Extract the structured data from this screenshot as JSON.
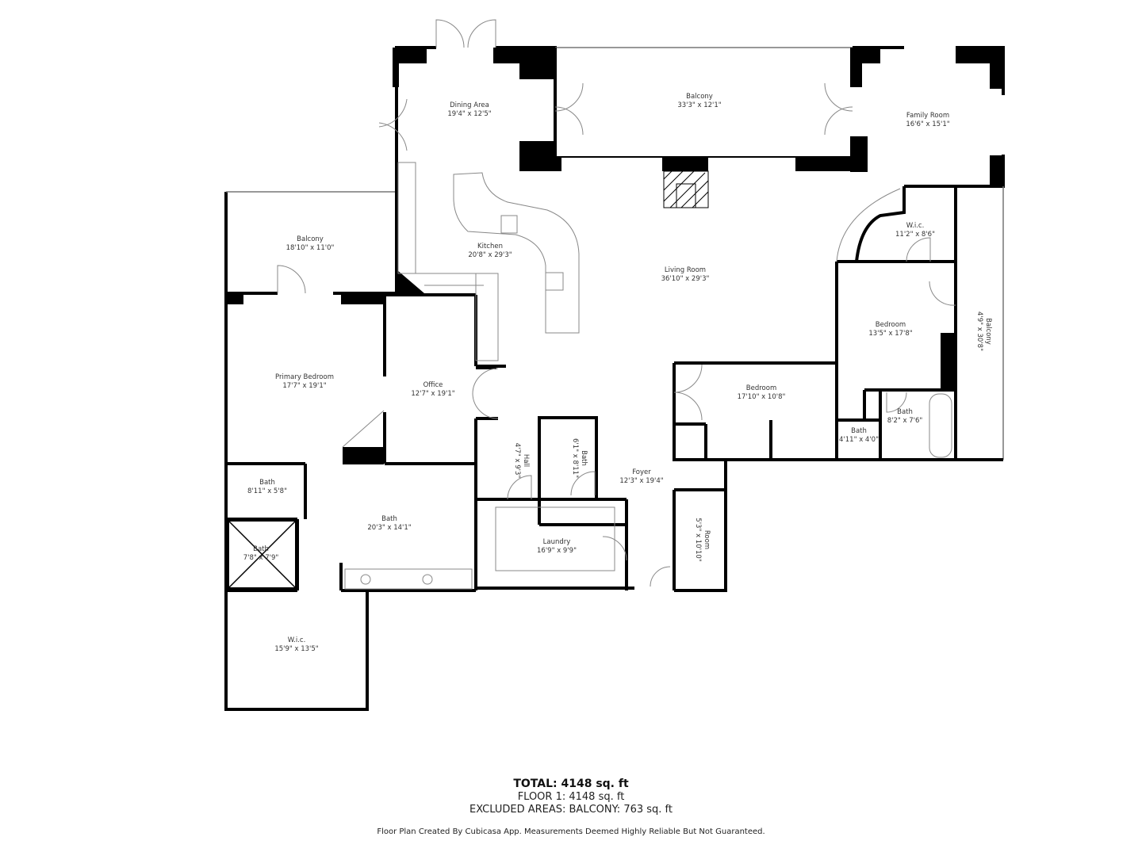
{
  "rooms": {
    "dining": {
      "name": "Dining Area",
      "size": "19'4\" x 12'5\""
    },
    "balcony_top": {
      "name": "Balcony",
      "size": "33'3\" x 12'1\""
    },
    "family": {
      "name": "Family Room",
      "size": "16'6\" x 15'1\""
    },
    "balcony_left": {
      "name": "Balcony",
      "size": "18'10\" x 11'0\""
    },
    "kitchen": {
      "name": "Kitchen",
      "size": "20'8\" x 29'3\""
    },
    "living": {
      "name": "Living Room",
      "size": "36'10\" x 29'3\""
    },
    "wic_top": {
      "name": "W.i.c.",
      "size": "11'2\" x 8'6\""
    },
    "bedroom_right": {
      "name": "Bedroom",
      "size": "13'5\" x 17'8\""
    },
    "balcony_right": {
      "name": "Balcony",
      "size": "4'9\" x 30'8\""
    },
    "primary_bedroom": {
      "name": "Primary Bedroom",
      "size": "17'7\" x 19'1\""
    },
    "office": {
      "name": "Office",
      "size": "12'7\" x 19'1\""
    },
    "bedroom_mid": {
      "name": "Bedroom",
      "size": "17'10\" x 10'8\""
    },
    "bath_right": {
      "name": "Bath",
      "size": "8'2\" x 7'6\""
    },
    "bath_small": {
      "name": "Bath",
      "size": "4'11\" x 4'0\""
    },
    "hall": {
      "name": "Hall",
      "size": "4'7\" x 9'3\""
    },
    "bath_hall": {
      "name": "Bath",
      "size": "6'1\" x 8'11\""
    },
    "foyer": {
      "name": "Foyer",
      "size": "12'3\" x 19'4\""
    },
    "bath_primary_small": {
      "name": "Bath",
      "size": "8'11\" x 5'8\""
    },
    "bath_primary": {
      "name": "Bath",
      "size": "20'3\" x 14'1\""
    },
    "bath_shower": {
      "name": "Bath",
      "size": "7'8\" x 7'9\""
    },
    "laundry": {
      "name": "Laundry",
      "size": "16'9\" x 9'9\""
    },
    "room": {
      "name": "Room",
      "size": "5'3\" x 10'10\""
    },
    "wic_bottom": {
      "name": "W.i.c.",
      "size": "15'9\" x 13'5\""
    }
  },
  "summary": {
    "total": "TOTAL: 4148 sq. ft",
    "floor1": "FLOOR 1: 4148 sq. ft",
    "excluded": "EXCLUDED AREAS: BALCONY: 763 sq. ft"
  },
  "credit": "Floor Plan Created By Cubicasa App. Measurements Deemed Highly Reliable But Not Guaranteed.",
  "colors": {
    "wall": "#000000",
    "line": "#888888",
    "background": "#ffffff"
  }
}
